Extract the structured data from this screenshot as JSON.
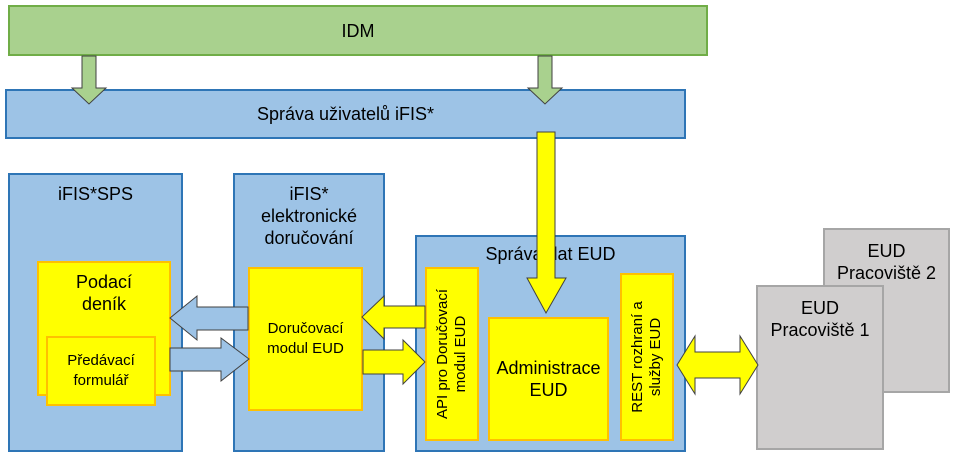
{
  "colors": {
    "idm_fill": "#a9d18e",
    "system_fill": "#9dc3e6",
    "module_fill": "#ffff00",
    "workplace_fill": "#d0cece"
  },
  "idm": {
    "label": "IDM"
  },
  "user_management": {
    "label": "Správa uživatelů iFIS*"
  },
  "sps": {
    "title": "iFIS*SPS",
    "podaci_denik": {
      "line1": "Podací",
      "line2": "deník"
    },
    "predavaci_formular": {
      "line1": "Předávací",
      "line2": "formulář"
    }
  },
  "electronic_delivery": {
    "title_line1": "iFIS*",
    "title_line2": "elektronické",
    "title_line3": "doručování",
    "module": {
      "line1": "Doručovací",
      "line2": "modul EUD"
    }
  },
  "eud_data": {
    "title": "Správa dat EUD",
    "api": {
      "line1": "API pro Doručovací",
      "line2": "modul EUD"
    },
    "administration": {
      "line1": "Administrace",
      "line2": "EUD"
    },
    "rest": {
      "line1": "REST rozhraní a",
      "line2": "služby EUD"
    }
  },
  "workplaces": [
    {
      "line1": "EUD",
      "line2": "Pracoviště 2"
    },
    {
      "line1": "EUD",
      "line2": "Pracoviště 1"
    }
  ]
}
